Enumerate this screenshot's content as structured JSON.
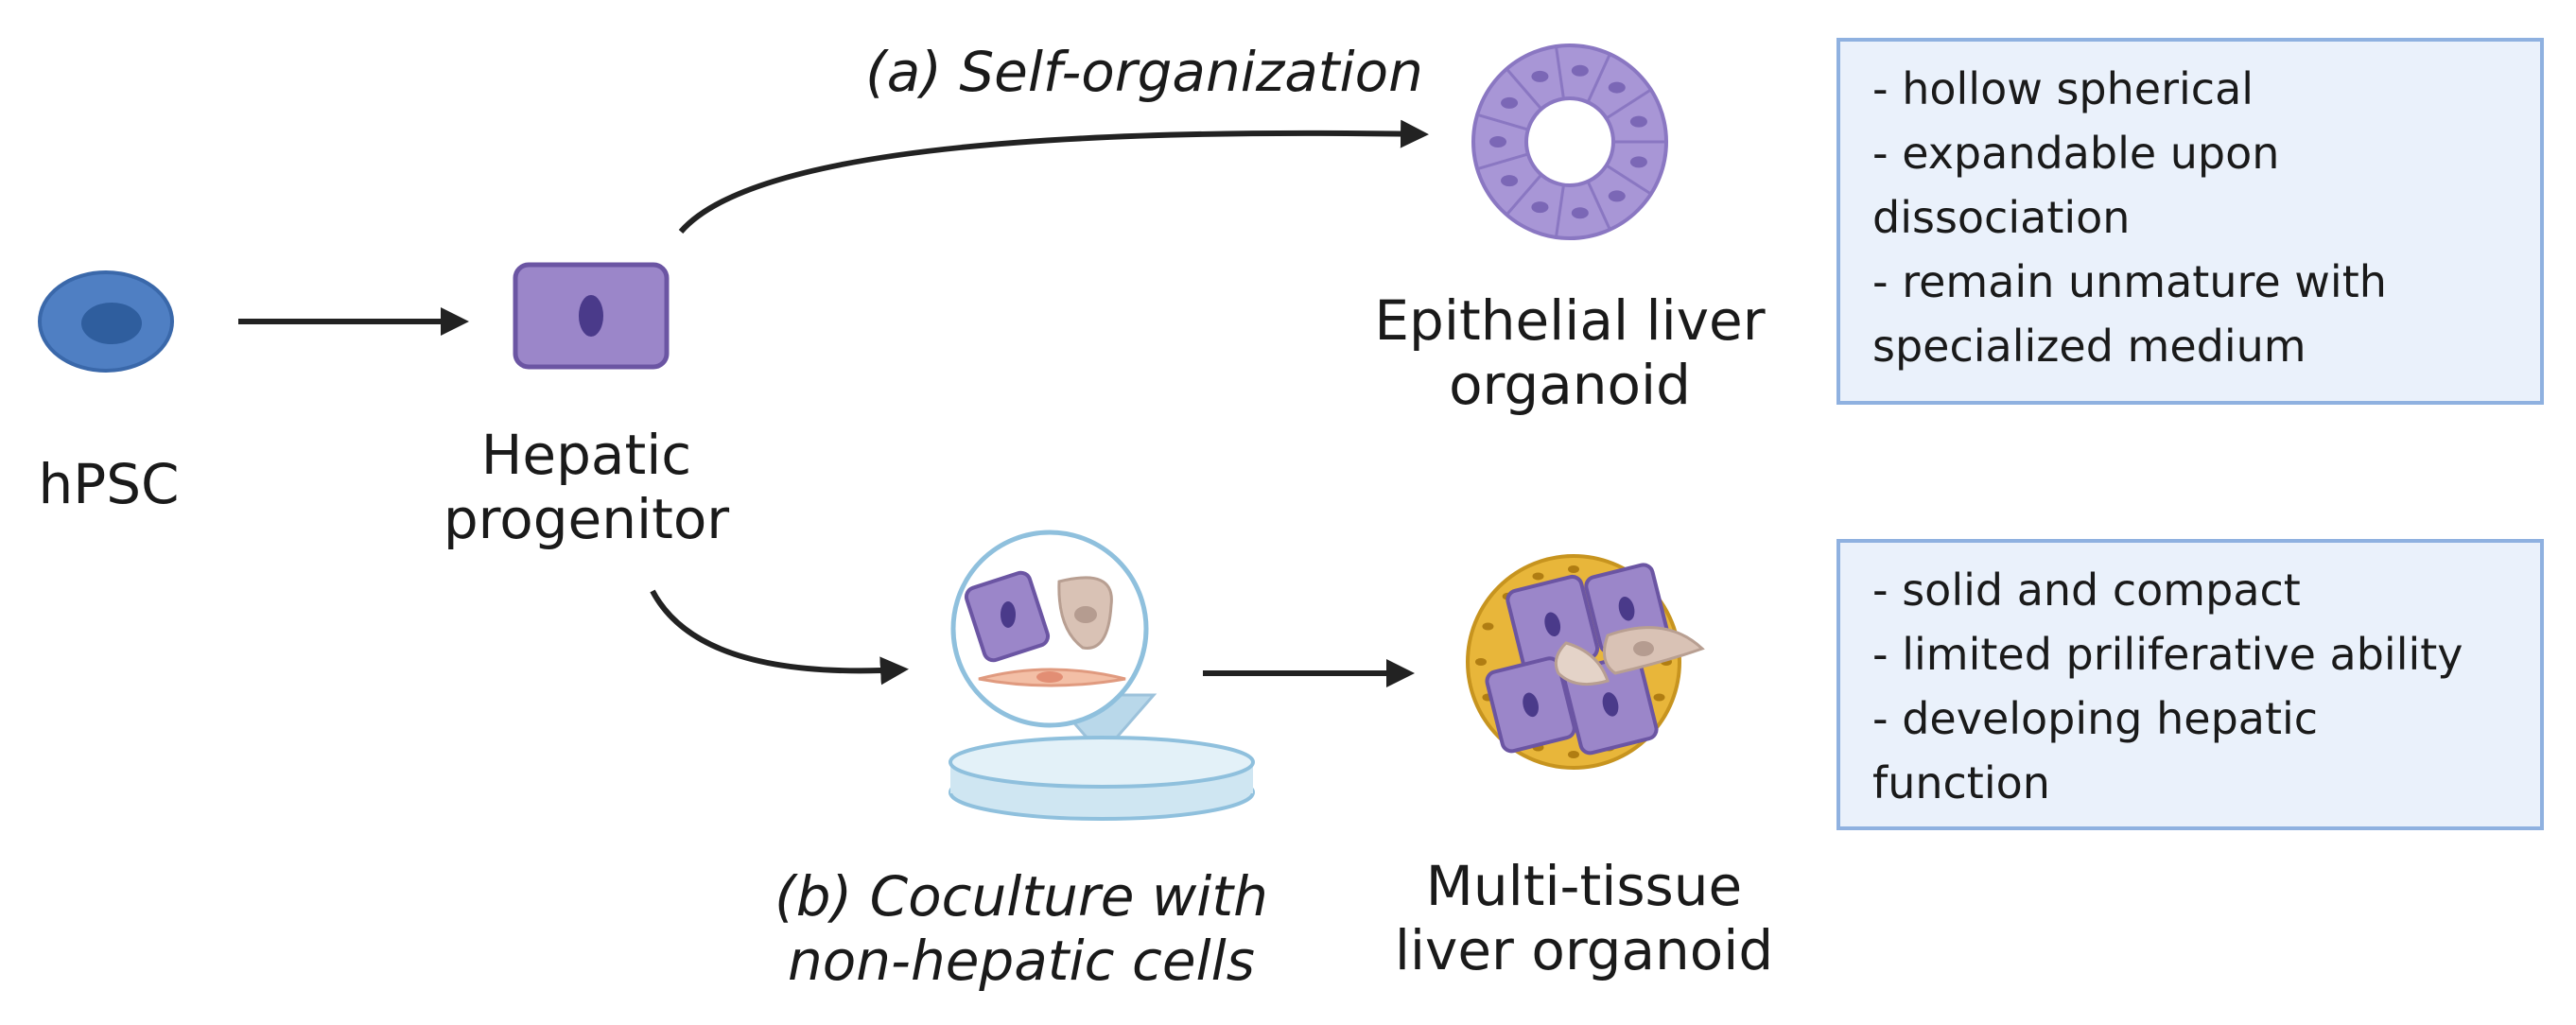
{
  "labels": {
    "hpsc": "hPSC",
    "hepatic_progenitor": [
      "Hepatic",
      "progenitor"
    ],
    "self_organization": "(a) Self-organization",
    "epithelial_organoid": [
      "Epithelial liver",
      "organoid"
    ],
    "coculture": [
      "(b) Coculture with",
      "non-hepatic cells"
    ],
    "multi_tissue_organoid": [
      "Multi-tissue",
      "liver organoid"
    ]
  },
  "boxes": {
    "epithelial": [
      "- hollow spherical",
      "- expandable upon",
      "dissociation",
      "- remain unmature with",
      "specialized medium"
    ],
    "multi_tissue": [
      "- solid and compact",
      "- limited priliferative ability",
      "- developing hepatic",
      "function"
    ]
  },
  "colors": {
    "hpsc_fill": "#4f7fc3",
    "hpsc_nucleus": "#2f5e9e",
    "progenitor_fill": "#9b86c9",
    "progenitor_nucleus": "#4a3a8a",
    "organoid_fill": "#a896d6",
    "mesenchymal_fill": "#e8b63a",
    "fibroblast_fill": "#d9c2b5",
    "box_fill": "#eaf1fb",
    "box_border": "#8fb1e0",
    "arrow": "#222222"
  }
}
